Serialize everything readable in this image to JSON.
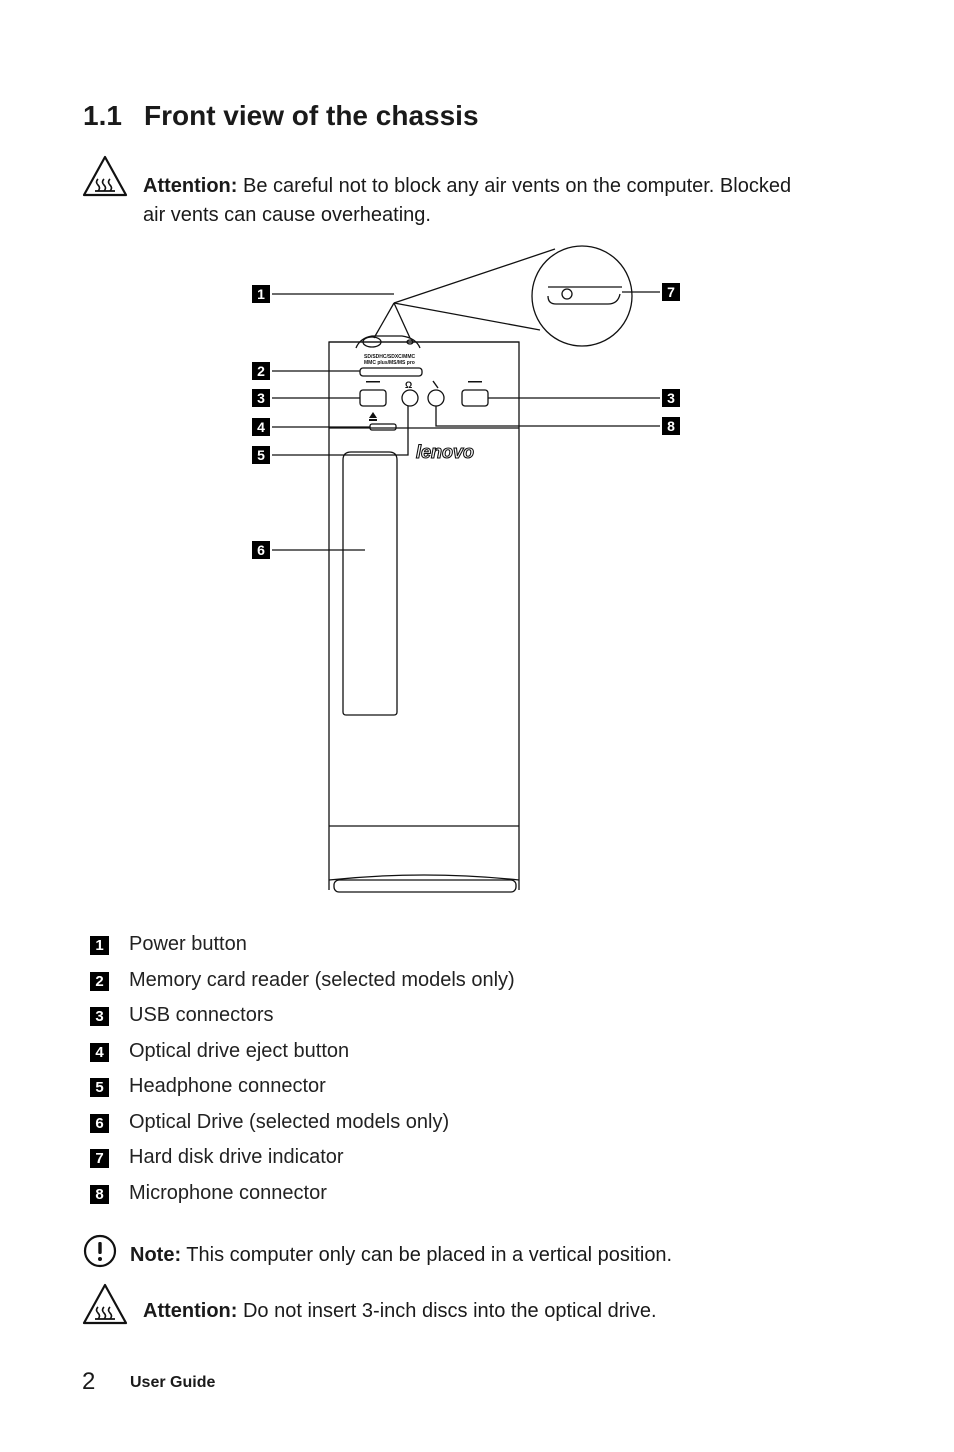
{
  "heading": {
    "number": "1.1",
    "title": "Front view of the chassis"
  },
  "attention_top": {
    "label": "Attention:",
    "text": " Be careful not to block any air vents on the computer. Blocked",
    "text2": "air vents can cause overheating."
  },
  "diagram": {
    "callouts": [
      "1",
      "2",
      "3",
      "4",
      "5",
      "6",
      "7",
      "3",
      "8"
    ],
    "card_slot_text_1": "SD/SDHC/SDXC/MMC",
    "card_slot_text_2": "MMC plus/MS/MS pro",
    "brand": "lenovo"
  },
  "legend": [
    {
      "num": "1",
      "label": "Power button"
    },
    {
      "num": "2",
      "label": "Memory card reader (selected models only)"
    },
    {
      "num": "3",
      "label": "USB connectors"
    },
    {
      "num": "4",
      "label": "Optical drive eject button"
    },
    {
      "num": "5",
      "label": "Headphone connector"
    },
    {
      "num": "6",
      "label": "Optical Drive (selected models only)"
    },
    {
      "num": "7",
      "label": "Hard disk drive indicator"
    },
    {
      "num": "8",
      "label": "Microphone connector"
    }
  ],
  "note": {
    "label": "Note:",
    "text": " This computer only can be placed in a vertical position."
  },
  "attention_bottom": {
    "label": "Attention:",
    "text": " Do not insert 3-inch discs into the optical drive."
  },
  "footer": {
    "page": "2",
    "title": "User Guide"
  },
  "icons": [
    "hot-surface-warning-icon",
    "note-exclamation-icon"
  ]
}
